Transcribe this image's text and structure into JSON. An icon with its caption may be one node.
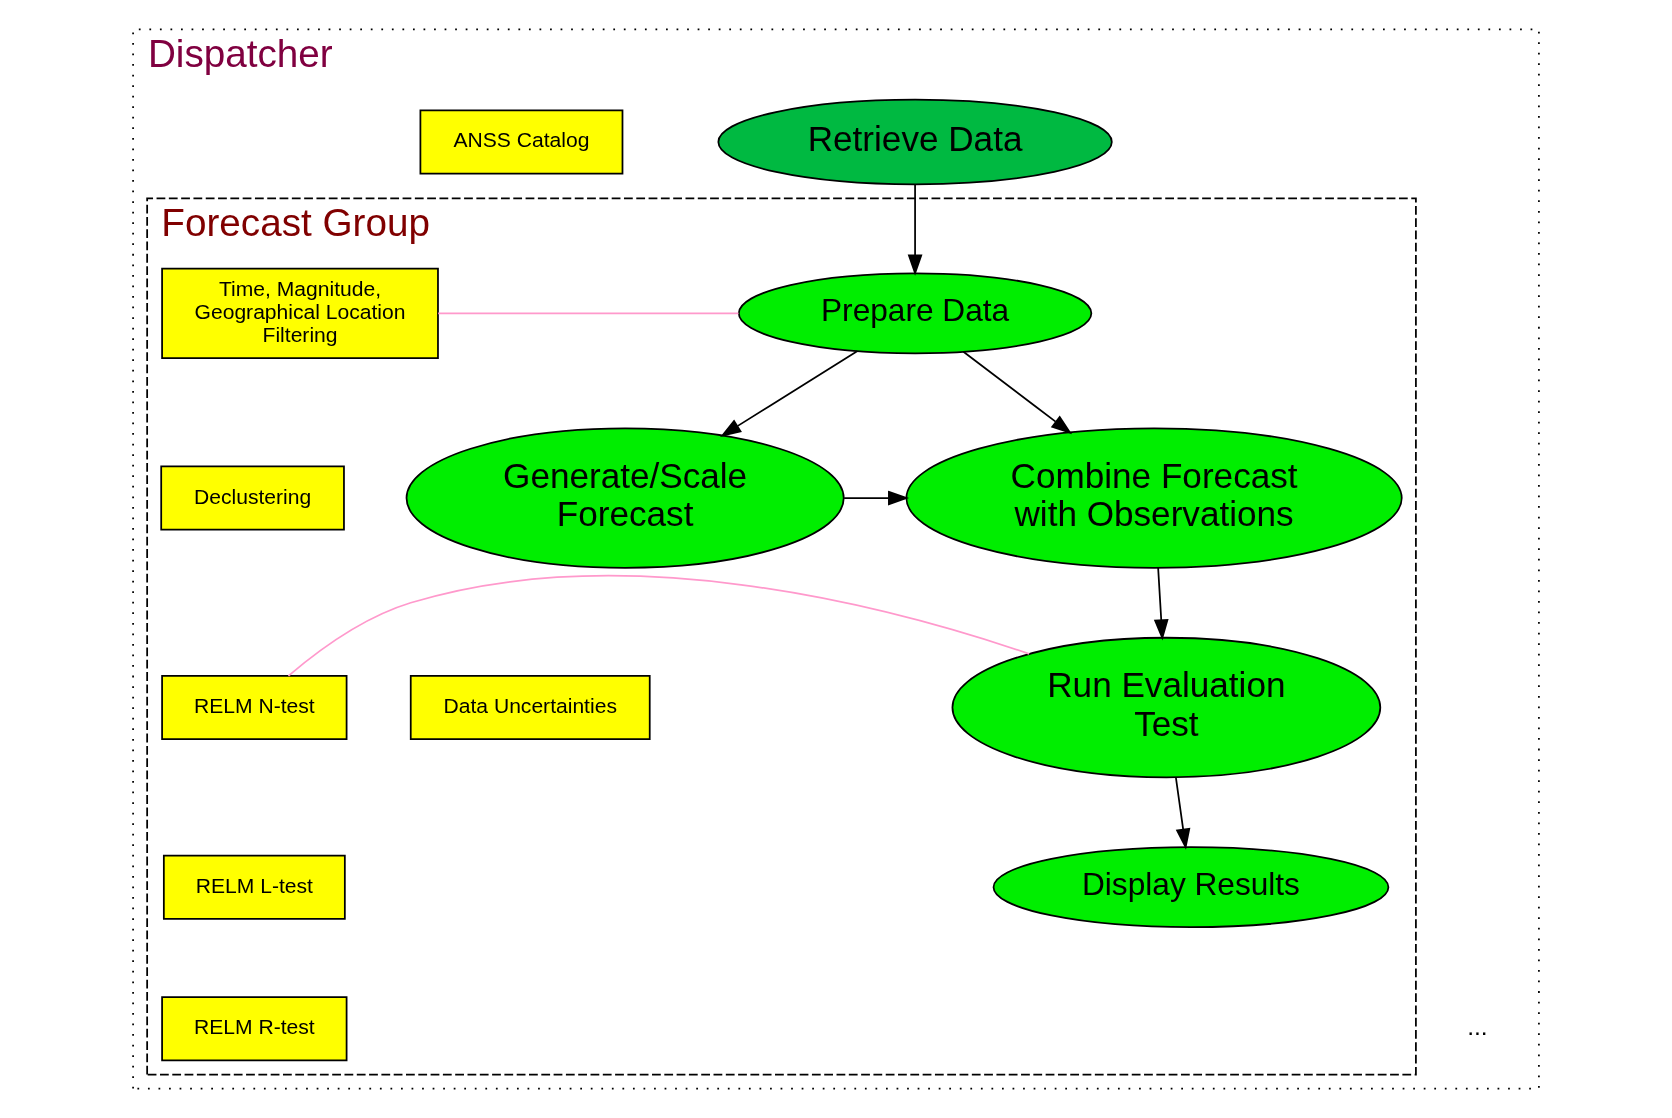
{
  "diagram": {
    "nodes": [
      {
        "text": [
          "Dispatcher"
        ]
      },
      {
        "text": [
          "Retrieve Data"
        ],
        "in": 0
      },
      {
        "text": [
          "ANSS Catalog"
        ],
        "in": 0
      },
      {
        "text": [
          "Forecast Group"
        ],
        "in": 0
      },
      {
        "text": [
          "Prepare Data"
        ],
        "in": 3
      },
      {
        "text": [
          "Time, Magnitude, Geographical Location Filtering"
        ],
        "in": 3
      },
      {
        "text": [
          "Declustering"
        ],
        "in": 3
      },
      {
        "text": [
          "Data Uncertainties"
        ],
        "in": 3
      },
      {
        "text": [
          "Combine Forecast with Observations"
        ],
        "in": 3
      },
      {
        "text": [
          "Generate/Scale Forecast"
        ],
        "in": 3
      },
      {
        "text": [
          "Run Evaluation Test"
        ],
        "in": 3
      },
      {
        "text": [
          "RELM N-test"
        ],
        "in": 3
      },
      {
        "text": [
          "RELM L-test"
        ],
        "in": 3
      },
      {
        "text": [
          "RELM R-test"
        ],
        "in": 3
      },
      {
        "text": [
          "Display Results"
        ],
        "in": 3
      }
    ],
    "edges": [
      {
        "from": 1,
        "to": 4,
        "arrow": "to"
      },
      {
        "from": 4,
        "to": 5,
        "arrow": "none",
        "color": "#ff99cc"
      },
      {
        "from": 4,
        "to": 8,
        "arrow": "to"
      },
      {
        "from": 4,
        "to": 9,
        "arrow": "to"
      },
      {
        "from": 9,
        "to": 8,
        "arrow": "to"
      },
      {
        "from": 8,
        "to": 10,
        "arrow": "to"
      },
      {
        "from": 10,
        "to": 11,
        "arrow": "none",
        "color": "#ff99cc"
      },
      {
        "from": 10,
        "to": 14,
        "arrow": "to"
      }
    ],
    "labels": [
      "..."
    ]
  }
}
